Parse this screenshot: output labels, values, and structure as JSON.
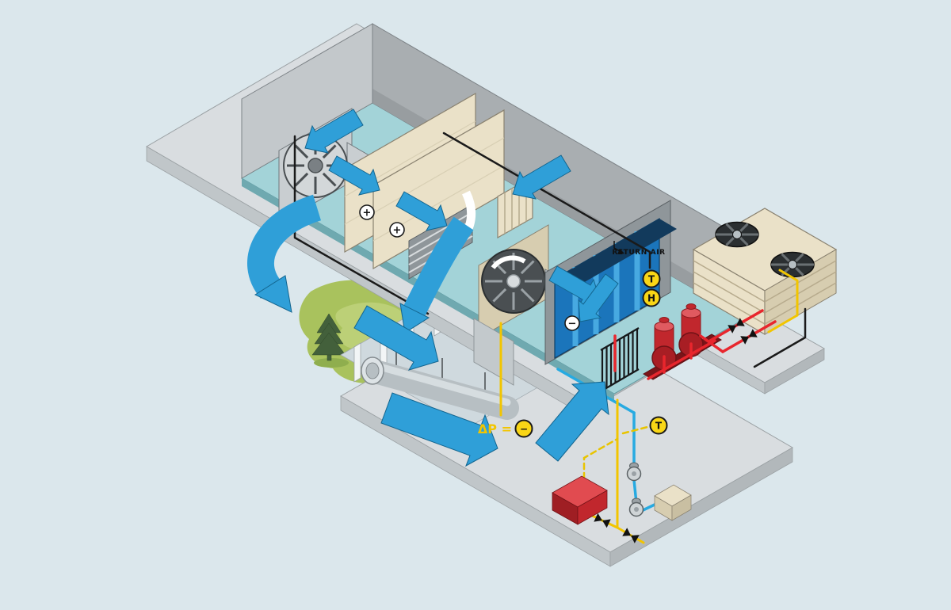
{
  "scene": {
    "description": "Isometric cutaway illustration of a building HVAC system: rooftop air handling unit with return fan, filter bank, mixing damper, cooling coil and supply fan; air-cooled condenser with twin fans; chilled-water pumps and piping; supply duct serving the conditioned space below; hydronic skid with tank, pumps and valves; yellow control wiring and sensors."
  },
  "labels": {
    "return_air": "RETURN AIR",
    "delta_p": "ΔP =",
    "sensor_temp_return": "T",
    "sensor_humidity_return": "H",
    "sensor_temp_chw": "T",
    "filter_sign_1": "+",
    "filter_sign_2": "+",
    "coil_sign": "−",
    "dp_sign": "−"
  },
  "colors": {
    "background": "#dbe7ec",
    "slab_top": "#d9dde0",
    "slab_edge": "#c0c6c9",
    "slab_edge_dark": "#b2b8bb",
    "airflow_blue": "#2f9fd8",
    "airflow_blue_dark": "#13658f",
    "equipment_beige": "#eae1c8",
    "equipment_beige_dark": "#d7cdb0",
    "metal_gray": "#b9bfc2",
    "metal_gray_dark": "#8f969a",
    "wall_gray": "#a9aeb1",
    "floor_teal": "#a3d3d8",
    "pump_red": "#c1272d",
    "pump_red_light": "#e05a60",
    "pipe_red": "#e8262d",
    "pipe_blue": "#27aae1",
    "pipe_yellow": "#f2c500",
    "control_yellow_dash": "#e8c400",
    "sensor_yellow": "#f9d616",
    "chiller_blue": "#1b75bb",
    "chiller_blue_light": "#4fb3e8",
    "grass_green": "#a9c25d",
    "tree_green": "#43603b",
    "outline": "#1a1a1a"
  }
}
